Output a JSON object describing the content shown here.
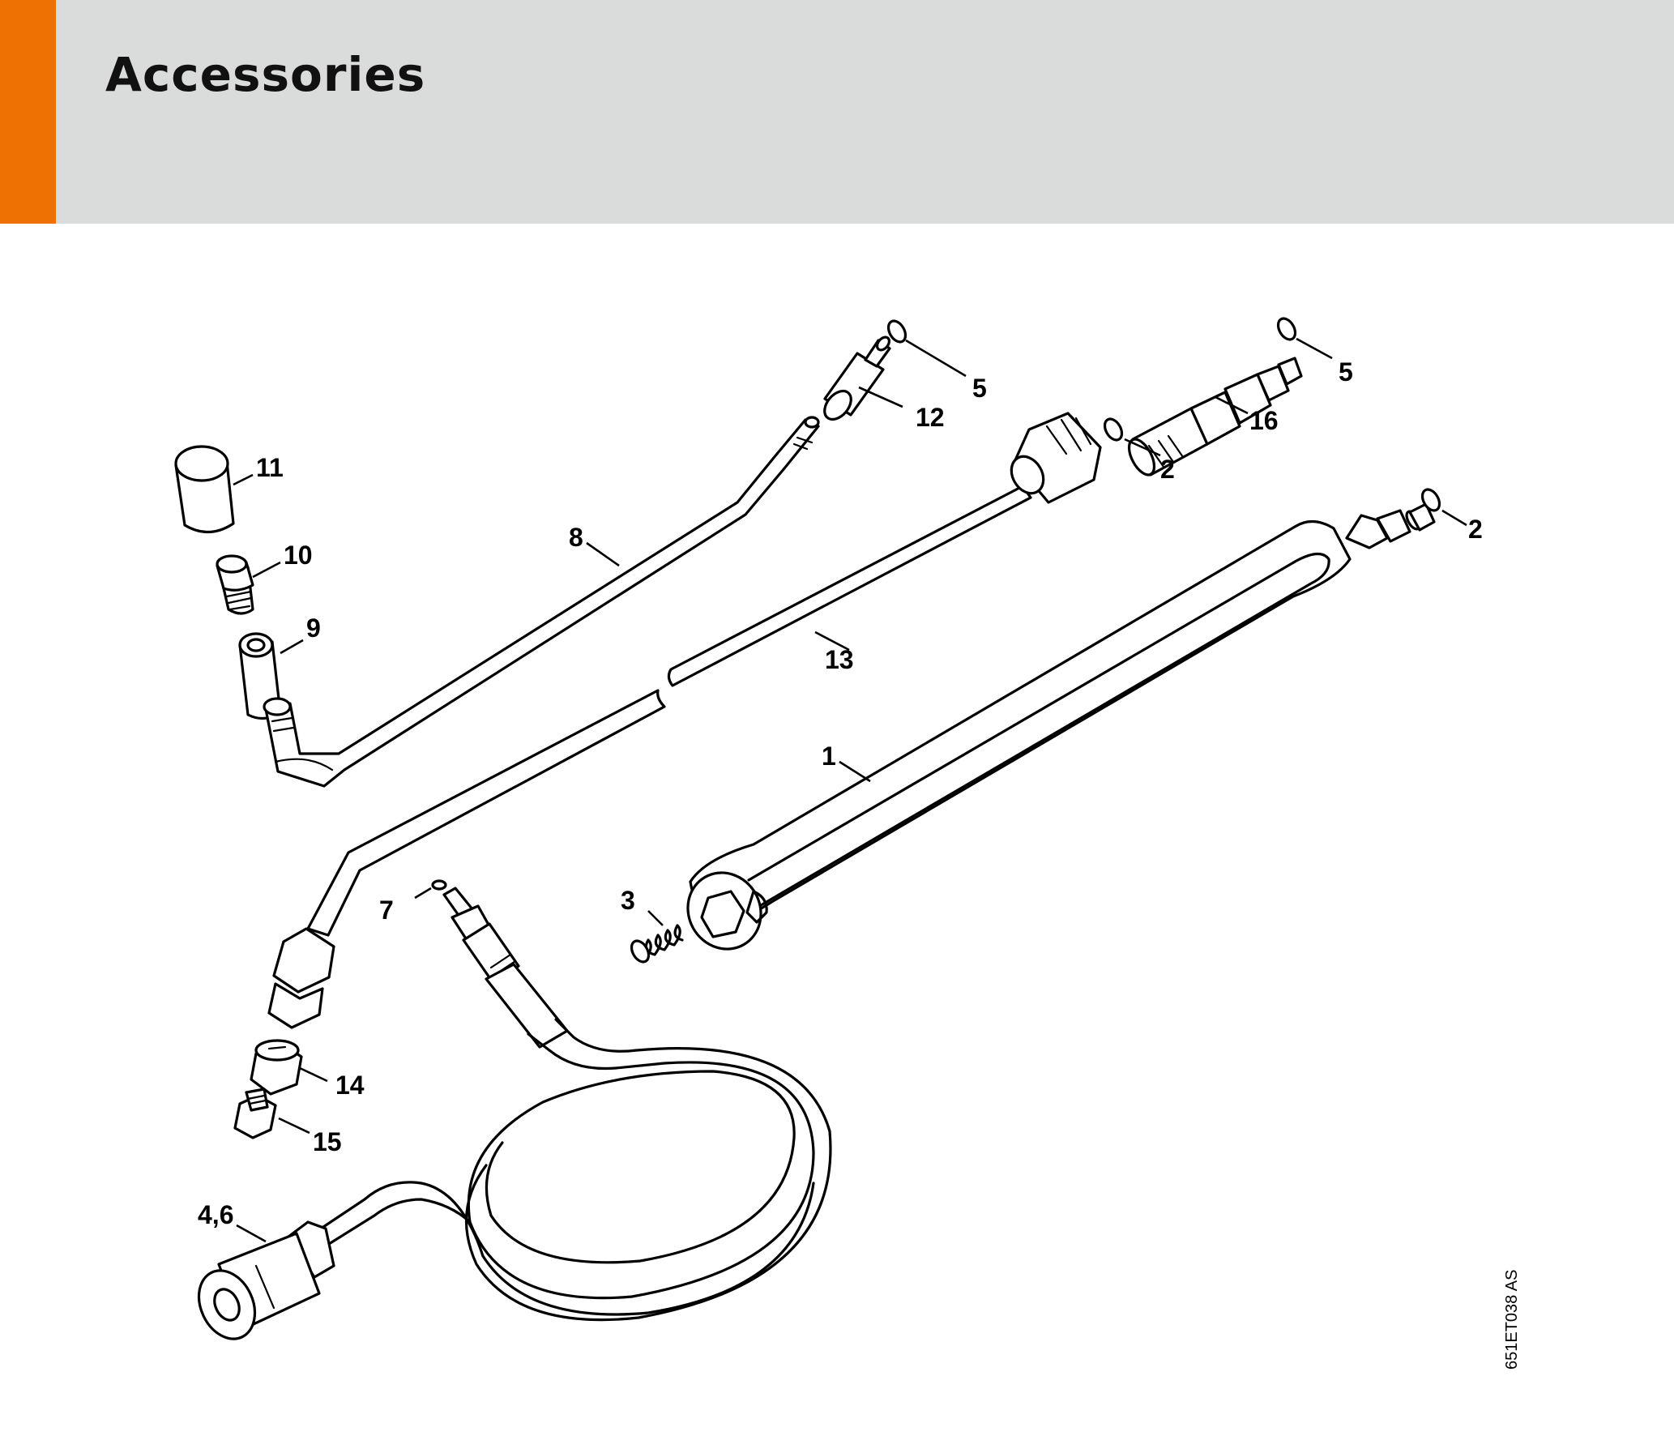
{
  "page": {
    "title": "Accessories",
    "accent_color": "#ee7203",
    "header_bg": "#dadbdb"
  },
  "diagram": {
    "figure_id": "651ET038 AS",
    "callouts": {
      "c1": "1",
      "c2a": "2",
      "c2b": "2",
      "c3": "3",
      "c46": "4,6",
      "c5a": "5",
      "c5b": "5",
      "c7": "7",
      "c8": "8",
      "c9": "9",
      "c10": "10",
      "c11": "11",
      "c12": "12",
      "c13": "13",
      "c14": "14",
      "c15": "15",
      "c16": "16"
    }
  }
}
